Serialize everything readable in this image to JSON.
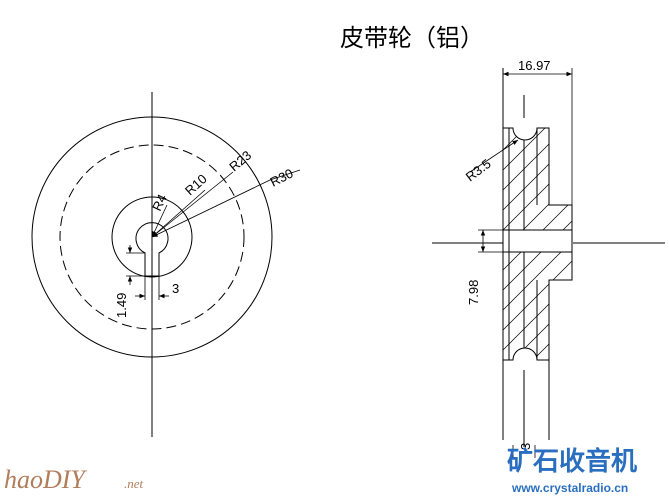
{
  "title": "皮带轮（铝）",
  "front_view": {
    "labels": {
      "r4": "R4",
      "r10": "R10",
      "r23": "R23",
      "r30": "R30",
      "keyway_width": "3",
      "keyway_depth": "1.49"
    }
  },
  "side_view": {
    "labels": {
      "width": "16.97",
      "groove_radius": "R3.5",
      "bore": "7.98",
      "bottom": "3"
    }
  },
  "watermark": {
    "left_main": "haoDIY",
    "left_suffix": ".net",
    "right_brand": "矿石收音机",
    "right_url": "www.crystalradio.cn"
  }
}
